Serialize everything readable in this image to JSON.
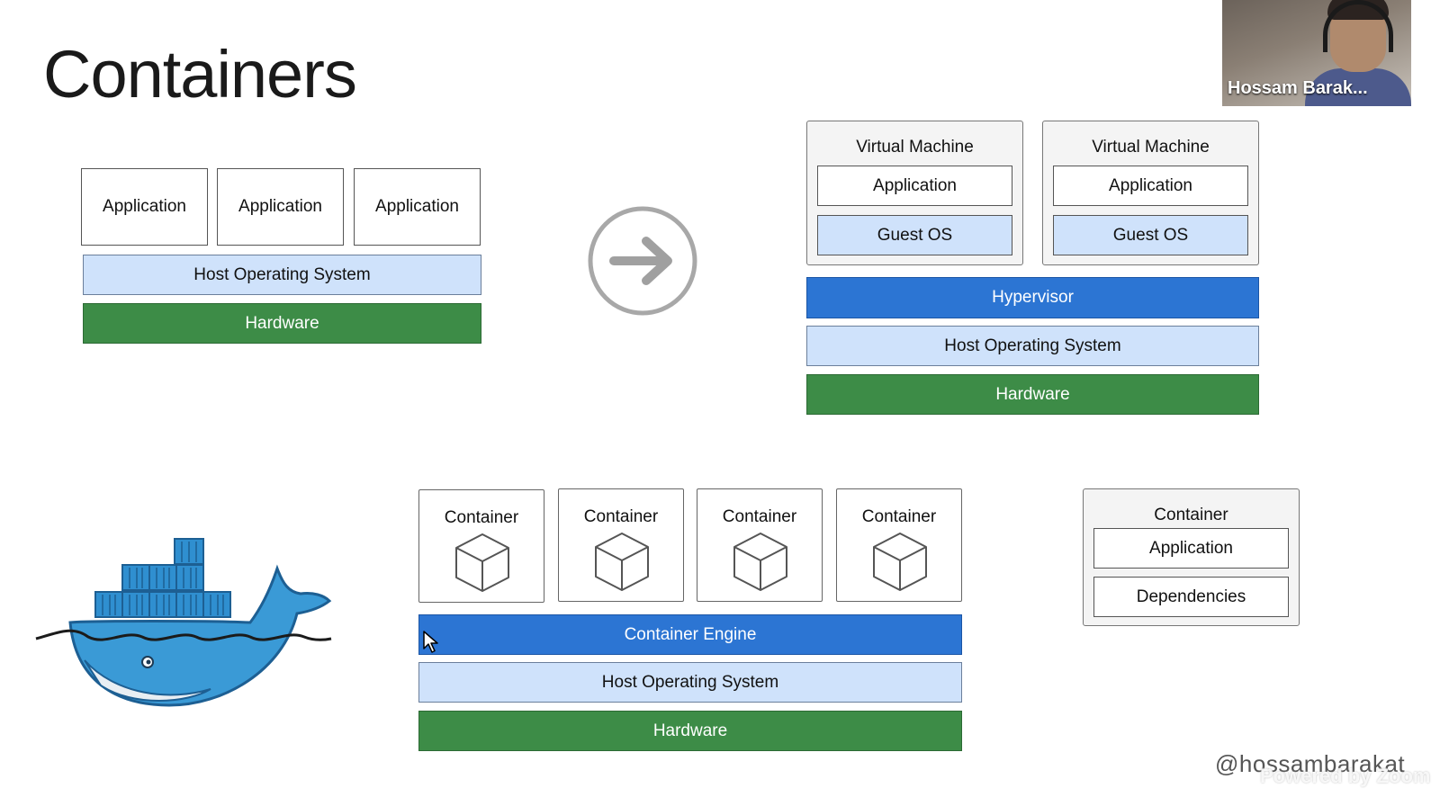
{
  "slide": {
    "title": "Containers"
  },
  "traditional": {
    "apps": [
      "Application",
      "Application",
      "Application"
    ],
    "host_os": "Host Operating System",
    "hardware": "Hardware"
  },
  "virtualization": {
    "vms": [
      {
        "label": "Virtual Machine",
        "app": "Application",
        "guest_os": "Guest OS"
      },
      {
        "label": "Virtual Machine",
        "app": "Application",
        "guest_os": "Guest OS"
      }
    ],
    "hypervisor": "Hypervisor",
    "host_os": "Host Operating System",
    "hardware": "Hardware"
  },
  "containerization": {
    "containers": [
      "Container",
      "Container",
      "Container",
      "Container"
    ],
    "engine": "Container Engine",
    "host_os": "Host Operating System",
    "hardware": "Hardware"
  },
  "container_detail": {
    "label": "Container",
    "app": "Application",
    "deps": "Dependencies"
  },
  "participant": {
    "name": "Hossam Barak..."
  },
  "watermark": {
    "handle": "@hossambarakat",
    "powered": "Powered by Zoom"
  },
  "colors": {
    "hardware": "#3d8c47",
    "host_os": "#cfe2fb",
    "hypervisor": "#2c75d3",
    "docker_blue": "#2f8fd0"
  },
  "icons": [
    "arrow-right-circle-icon",
    "docker-whale-logo",
    "cube-icon",
    "mouse-cursor-icon"
  ]
}
